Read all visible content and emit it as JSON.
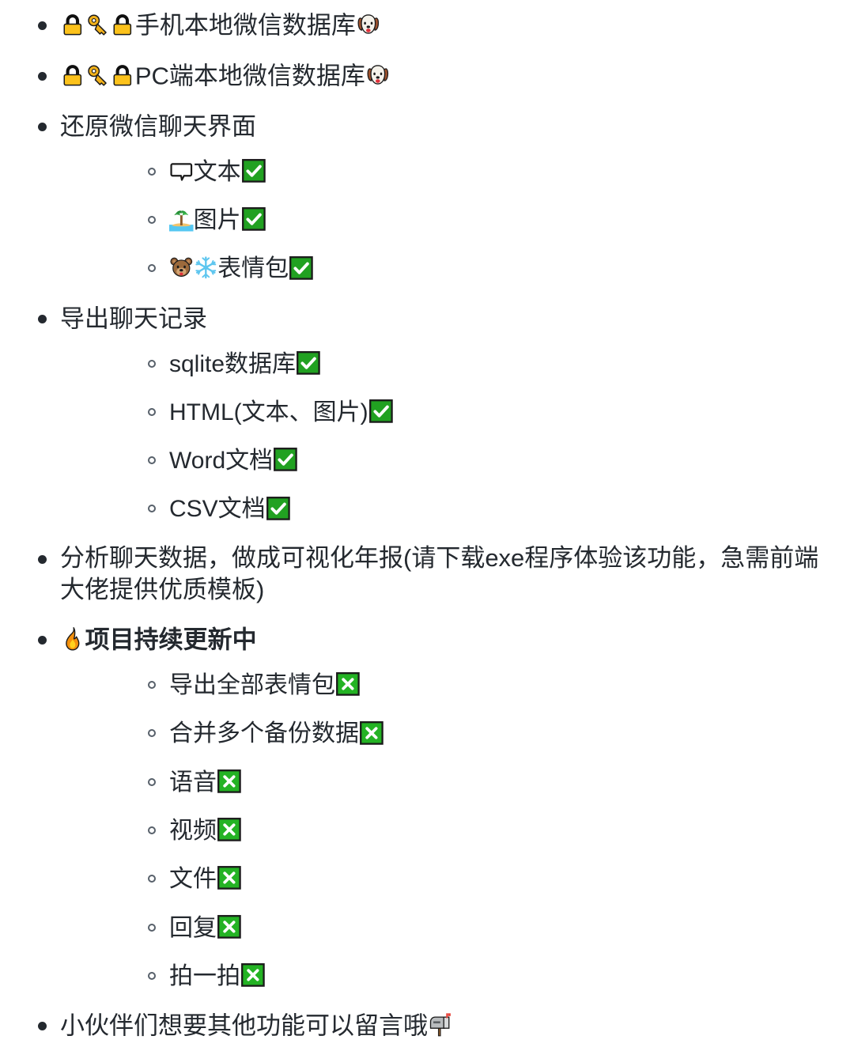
{
  "document": {
    "type": "markdown-feature-checklist",
    "background_color": "#ffffff",
    "text_color": "#24292f",
    "check_color": "#21a121",
    "cross_color": "#24b324",
    "items": [
      {
        "level": 1,
        "icons": [
          "locked-icon",
          "key-icon",
          "locked-icon"
        ],
        "text": "手机本地微信数据库",
        "trailing_icons": [
          "dog-face-icon"
        ],
        "status": null,
        "bold": false
      },
      {
        "level": 1,
        "icons": [
          "locked-icon",
          "key-icon",
          "locked-icon"
        ],
        "text": "PC端本地微信数据库",
        "trailing_icons": [
          "dog-face-icon"
        ],
        "status": null,
        "bold": false
      },
      {
        "level": 1,
        "icons": [],
        "text": "还原微信聊天界面",
        "trailing_icons": [],
        "status": null,
        "bold": false,
        "children": [
          {
            "level": 2,
            "icons": [
              "speech-balloon-icon"
            ],
            "text": "文本",
            "status": "check"
          },
          {
            "level": 2,
            "icons": [
              "desert-island-icon"
            ],
            "text": "图片",
            "status": "check"
          },
          {
            "level": 2,
            "icons": [
              "bear-face-icon",
              "snowflake-icon"
            ],
            "text": "表情包",
            "status": "check"
          }
        ]
      },
      {
        "level": 1,
        "icons": [],
        "text": "导出聊天记录",
        "trailing_icons": [],
        "status": null,
        "bold": false,
        "children": [
          {
            "level": 2,
            "icons": [],
            "text": "sqlite数据库",
            "status": "check"
          },
          {
            "level": 2,
            "icons": [],
            "text": "HTML(文本、图片)",
            "status": "check"
          },
          {
            "level": 2,
            "icons": [],
            "text": "Word文档",
            "status": "check"
          },
          {
            "level": 2,
            "icons": [],
            "text": "CSV文档",
            "status": "check"
          }
        ]
      },
      {
        "level": 1,
        "icons": [],
        "text_line_1": "分析聊天数据，做成可视化年报(请下载exe程序体验该功能，急需前端",
        "text_line_2": "大佬提供优质模板)",
        "status": null,
        "bold": false
      },
      {
        "level": 1,
        "icons": [
          "fire-icon"
        ],
        "text": "项目持续更新中",
        "trailing_icons": [],
        "status": null,
        "bold": true,
        "children": [
          {
            "level": 2,
            "icons": [],
            "text": "导出全部表情包",
            "status": "cross"
          },
          {
            "level": 2,
            "icons": [],
            "text": "合并多个备份数据",
            "status": "cross"
          },
          {
            "level": 2,
            "icons": [],
            "text": "语音",
            "status": "cross"
          },
          {
            "level": 2,
            "icons": [],
            "text": "视频",
            "status": "cross"
          },
          {
            "level": 2,
            "icons": [],
            "text": "文件",
            "status": "cross"
          },
          {
            "level": 2,
            "icons": [],
            "text": "回复",
            "status": "cross"
          },
          {
            "level": 2,
            "icons": [],
            "text": "拍一拍",
            "status": "cross"
          }
        ]
      },
      {
        "level": 1,
        "icons": [],
        "text": "小伙伴们想要其他功能可以留言哦",
        "trailing_icons": [
          "mailbox-icon"
        ],
        "status": null,
        "bold": false
      }
    ]
  },
  "labels": {
    "item_mobile_db": "手机本地微信数据库",
    "item_pc_db": "PC端本地微信数据库",
    "item_restore_ui": "还原微信聊天界面",
    "sub_text": "文本",
    "sub_image": "图片",
    "sub_sticker": "表情包",
    "item_export": "导出聊天记录",
    "sub_sqlite": "sqlite数据库",
    "sub_html": "HTML(文本、图片)",
    "sub_word": "Word文档",
    "sub_csv": "CSV文档",
    "item_analysis_line1": "分析聊天数据，做成可视化年报(请下载exe程序体验该功能，急需前端",
    "item_analysis_line2": "大佬提供优质模板)",
    "item_updating": "项目持续更新中",
    "sub_export_all_stickers": "导出全部表情包",
    "sub_merge_backups": "合并多个备份数据",
    "sub_voice": "语音",
    "sub_video": "视频",
    "sub_file": "文件",
    "sub_reply": "回复",
    "sub_nudge": "拍一拍",
    "item_feedback": "小伙伴们想要其他功能可以留言哦"
  }
}
